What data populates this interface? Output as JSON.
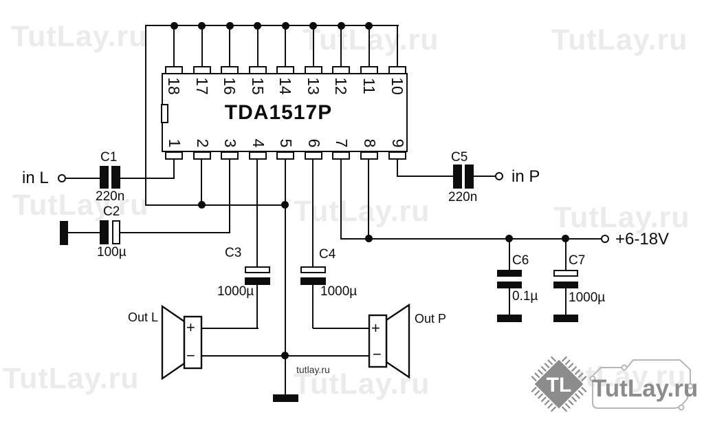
{
  "ic": {
    "title": "TDA1517P",
    "pins_top": [
      "18",
      "17",
      "16",
      "15",
      "14",
      "13",
      "12",
      "11",
      "10"
    ],
    "pins_bottom": [
      "1",
      "2",
      "3",
      "4",
      "5",
      "6",
      "7",
      "8",
      "9"
    ]
  },
  "capacitors": [
    {
      "id": "C1",
      "ref": "C1",
      "value": "220n"
    },
    {
      "id": "C2",
      "ref": "C2",
      "value": "100µ"
    },
    {
      "id": "C3",
      "ref": "C3",
      "value": "1000µ"
    },
    {
      "id": "C4",
      "ref": "C4",
      "value": "1000µ"
    },
    {
      "id": "C5",
      "ref": "C5",
      "value": "220n"
    },
    {
      "id": "C6",
      "ref": "C6",
      "value": "0.1µ"
    },
    {
      "id": "C7",
      "ref": "C7",
      "value": "1000µ"
    }
  ],
  "terminals": {
    "input_left": "in L",
    "input_right": "in P",
    "supply": "+6-18V"
  },
  "speakers": {
    "left_label": "Out L",
    "right_label": "Out P",
    "plus": "+",
    "minus": "−"
  },
  "watermarks": {
    "large_text": "TutLay.ru",
    "small_text": "tutlay.ru"
  },
  "logo": {
    "chip_initials": "TL",
    "brand": "TutLay.ru"
  },
  "colors": {
    "line": "#0d0d0d",
    "watermark": "#ebebeb",
    "logo_gray": "#8c8c8c",
    "trace_gray": "#b6b6b6"
  }
}
